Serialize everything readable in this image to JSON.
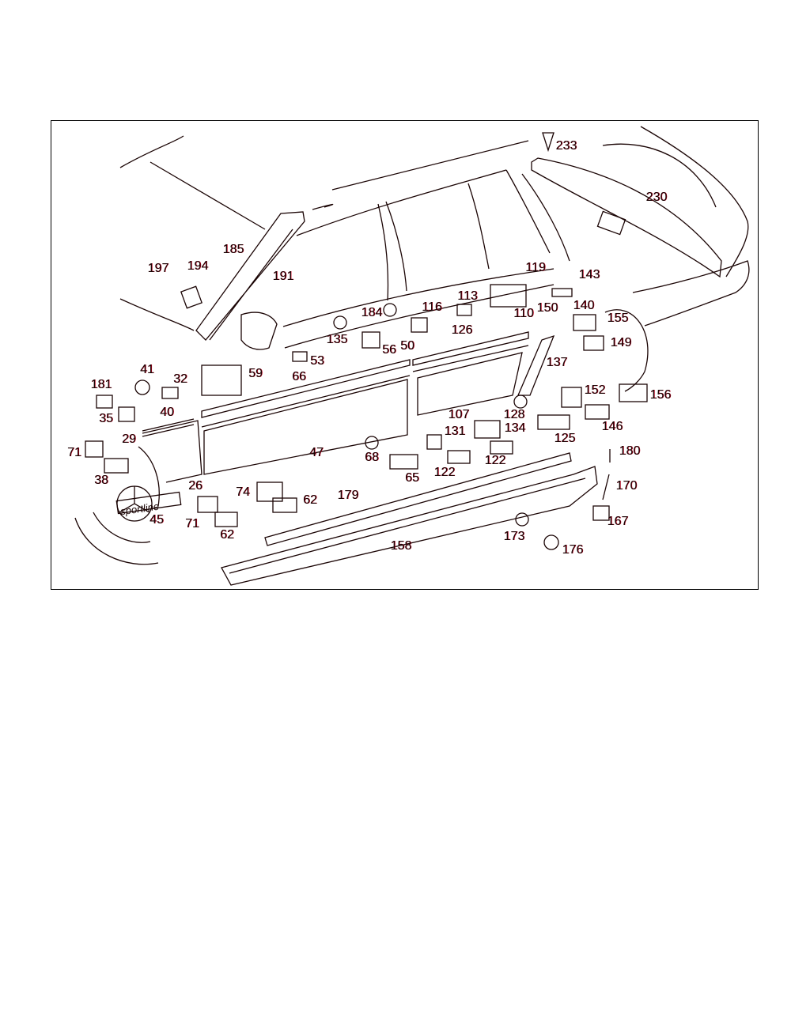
{
  "diagram": {
    "badge_text": "sportline",
    "callouts": [
      "233",
      "230",
      "185",
      "191",
      "197",
      "194",
      "119",
      "143",
      "113",
      "116",
      "184",
      "150",
      "140",
      "110",
      "155",
      "126",
      "135",
      "56",
      "50",
      "149",
      "137",
      "53",
      "66",
      "59",
      "41",
      "32",
      "181",
      "152",
      "156",
      "35",
      "40",
      "107",
      "128",
      "134",
      "131",
      "125",
      "146",
      "29",
      "71",
      "47",
      "68",
      "180",
      "122",
      "122",
      "65",
      "38",
      "26",
      "170",
      "74",
      "62",
      "179",
      "45",
      "71",
      "167",
      "62",
      "173",
      "158",
      "176"
    ]
  }
}
